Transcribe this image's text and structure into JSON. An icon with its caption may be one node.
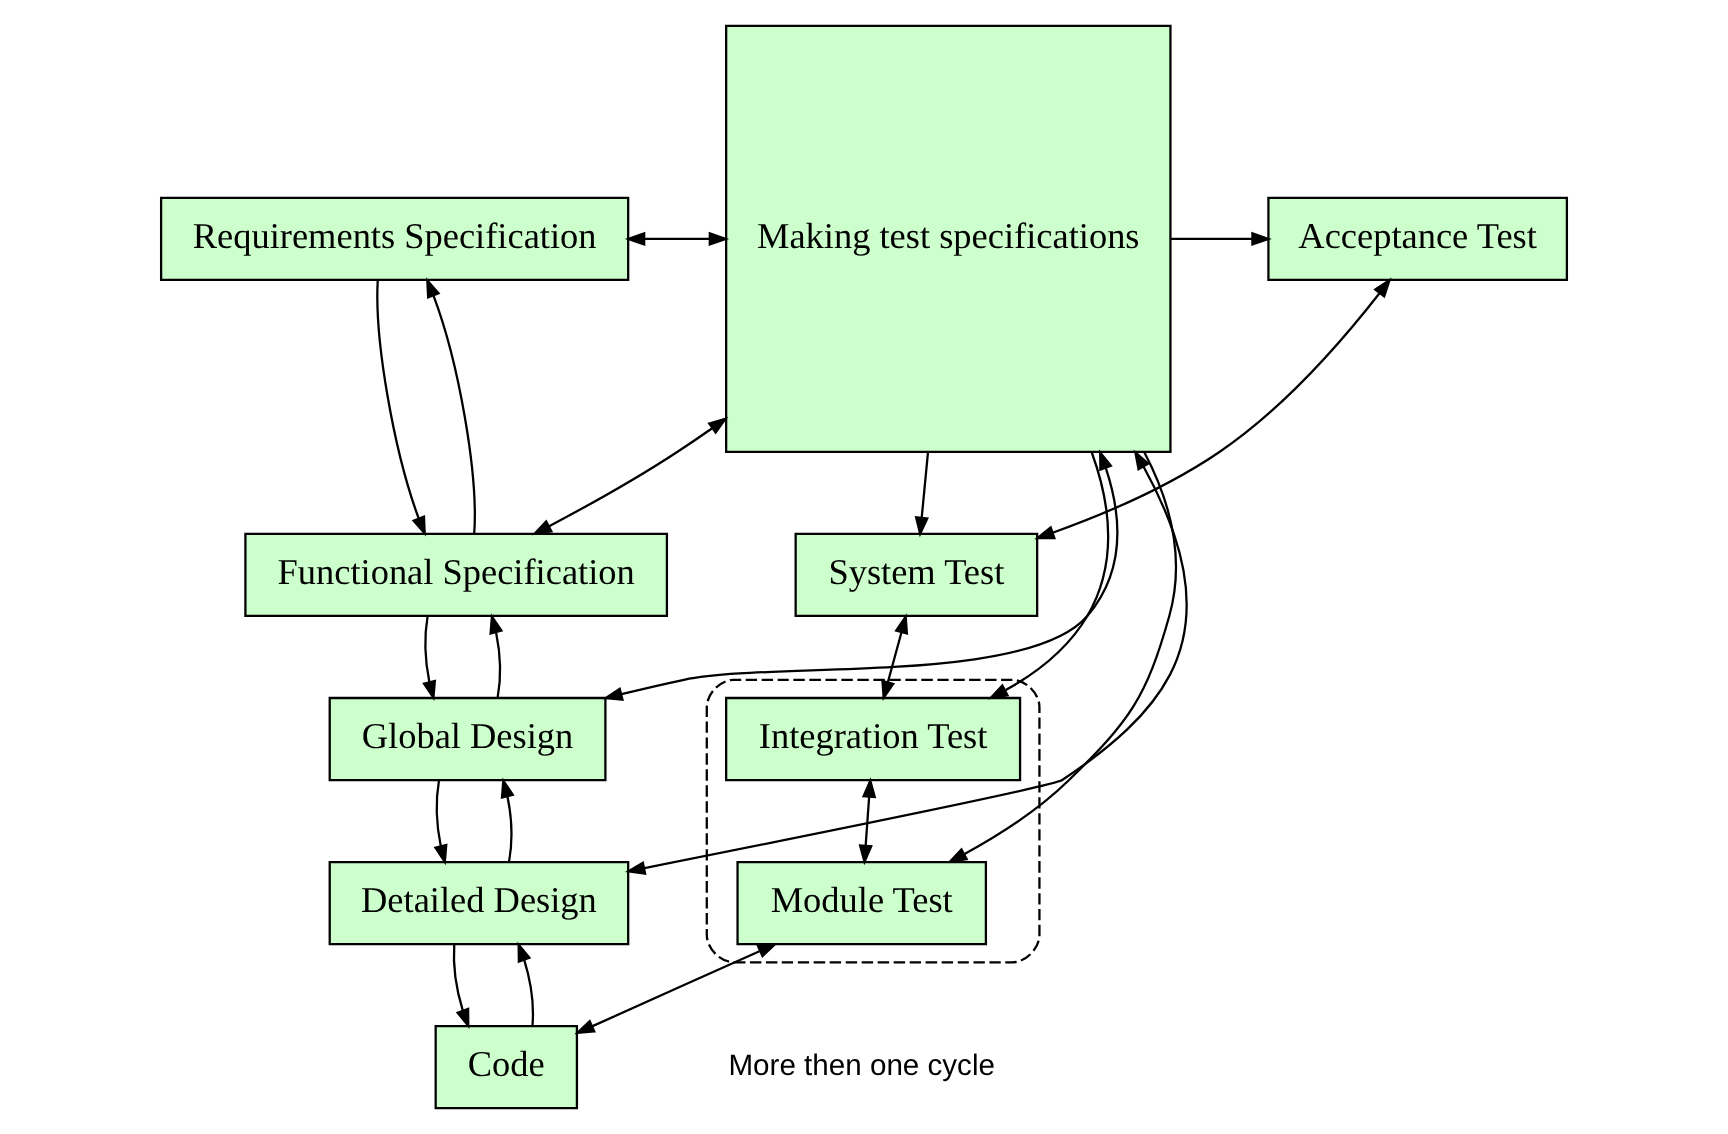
{
  "diagram": {
    "nodes": [
      {
        "text": [
          "Requirements Specification"
        ]
      },
      {
        "text": [
          "Making test specifications"
        ]
      },
      {
        "text": [
          "Acceptance Test"
        ]
      },
      {
        "text": [
          "Functional Specification"
        ]
      },
      {
        "text": [
          "System Test"
        ]
      },
      {
        "text": [
          "Global Design"
        ]
      },
      {
        "text": [],
        "shape": "ellipse"
      },
      {
        "text": [
          "Integration Test"
        ],
        "in": 6
      },
      {
        "text": [
          "Detailed Design"
        ]
      },
      {
        "text": [
          "Module Test"
        ],
        "in": 6
      },
      {
        "text": [
          "Code"
        ]
      }
    ],
    "edges": [
      {
        "from": 0,
        "to": 3,
        "arrow": "to"
      },
      {
        "from": 3,
        "to": 0,
        "arrow": "to"
      },
      {
        "from": 3,
        "to": 5,
        "arrow": "to"
      },
      {
        "from": 5,
        "to": 3,
        "arrow": "to"
      },
      {
        "from": 5,
        "to": 8,
        "arrow": "to"
      },
      {
        "from": 8,
        "to": 5,
        "arrow": "to"
      },
      {
        "from": 8,
        "to": 10,
        "arrow": "to"
      },
      {
        "from": 10,
        "to": 8,
        "arrow": "to"
      },
      {
        "from": 0,
        "to": 1,
        "arrow": "both"
      },
      {
        "from": 3,
        "to": 1,
        "arrow": "both"
      },
      {
        "from": 5,
        "to": 1,
        "arrow": "both"
      },
      {
        "from": 8,
        "to": 1,
        "arrow": "both"
      },
      {
        "from": 1,
        "to": 2,
        "arrow": "to"
      },
      {
        "from": 1,
        "to": 4,
        "arrow": "to"
      },
      {
        "from": 1,
        "to": 7,
        "arrow": "to"
      },
      {
        "from": 1,
        "to": 9,
        "arrow": "to"
      },
      {
        "from": 2,
        "to": 4,
        "arrow": "both"
      },
      {
        "from": 4,
        "to": 7,
        "arrow": "both"
      },
      {
        "from": 7,
        "to": 9,
        "arrow": "both"
      },
      {
        "from": 9,
        "to": 10,
        "arrow": "both"
      }
    ],
    "labels": [
      "More then one cycle"
    ]
  }
}
